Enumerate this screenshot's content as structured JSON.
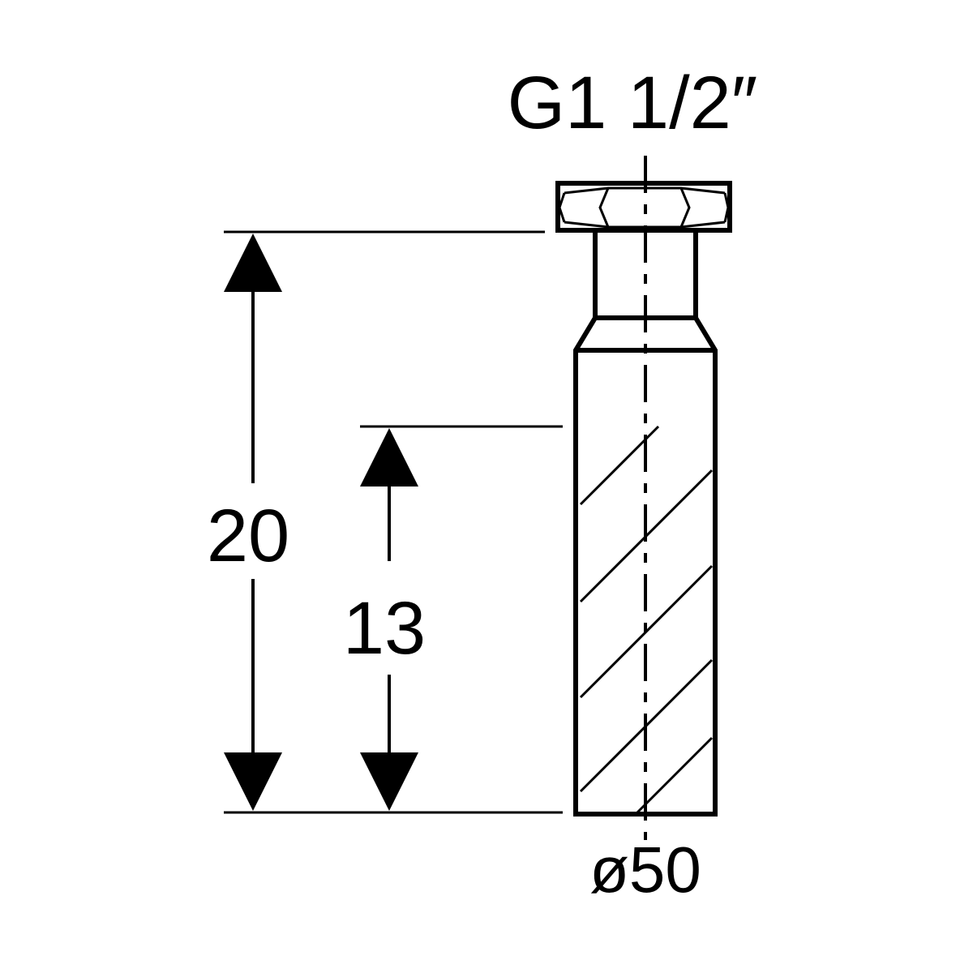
{
  "labels": {
    "thread": "G1 1/2″",
    "overall_height": "20",
    "partial_height": "13",
    "diameter": "ø50"
  },
  "colors": {
    "line": "#000000",
    "background": "#ffffff"
  }
}
